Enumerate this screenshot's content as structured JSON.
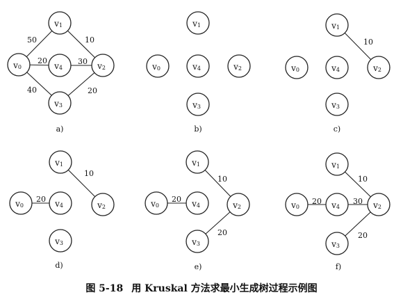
{
  "caption": {
    "figure_number": "图 5-18",
    "title": "用 Kruskal 方法求最小生成树过程示例图"
  },
  "diagram": {
    "panels": [
      {
        "label": "a)",
        "nodes": [
          {
            "id": "v0",
            "base": "v",
            "sub": "0"
          },
          {
            "id": "v1",
            "base": "v",
            "sub": "1"
          },
          {
            "id": "v2",
            "base": "v",
            "sub": "2"
          },
          {
            "id": "v3",
            "base": "v",
            "sub": "3"
          },
          {
            "id": "v4",
            "base": "v",
            "sub": "4"
          }
        ],
        "edges": [
          {
            "from": "v0",
            "to": "v1",
            "weight": "50"
          },
          {
            "from": "v1",
            "to": "v2",
            "weight": "10"
          },
          {
            "from": "v0",
            "to": "v4",
            "weight": "20"
          },
          {
            "from": "v4",
            "to": "v2",
            "weight": "30"
          },
          {
            "from": "v0",
            "to": "v3",
            "weight": "40"
          },
          {
            "from": "v3",
            "to": "v2",
            "weight": "20"
          }
        ]
      },
      {
        "label": "b)",
        "nodes": [
          {
            "id": "v0",
            "base": "v",
            "sub": "0"
          },
          {
            "id": "v1",
            "base": "v",
            "sub": "1"
          },
          {
            "id": "v2",
            "base": "v",
            "sub": "2"
          },
          {
            "id": "v3",
            "base": "v",
            "sub": "3"
          },
          {
            "id": "v4",
            "base": "v",
            "sub": "4"
          }
        ],
        "edges": []
      },
      {
        "label": "c)",
        "nodes": [
          {
            "id": "v0",
            "base": "v",
            "sub": "0"
          },
          {
            "id": "v1",
            "base": "v",
            "sub": "1"
          },
          {
            "id": "v2",
            "base": "v",
            "sub": "2"
          },
          {
            "id": "v3",
            "base": "v",
            "sub": "3"
          },
          {
            "id": "v4",
            "base": "v",
            "sub": "4"
          }
        ],
        "edges": [
          {
            "from": "v1",
            "to": "v2",
            "weight": "10"
          }
        ]
      },
      {
        "label": "d)",
        "nodes": [
          {
            "id": "v0",
            "base": "v",
            "sub": "0"
          },
          {
            "id": "v1",
            "base": "v",
            "sub": "1"
          },
          {
            "id": "v2",
            "base": "v",
            "sub": "2"
          },
          {
            "id": "v3",
            "base": "v",
            "sub": "3"
          },
          {
            "id": "v4",
            "base": "v",
            "sub": "4"
          }
        ],
        "edges": [
          {
            "from": "v1",
            "to": "v2",
            "weight": "10"
          },
          {
            "from": "v0",
            "to": "v4",
            "weight": "20"
          }
        ]
      },
      {
        "label": "e)",
        "nodes": [
          {
            "id": "v0",
            "base": "v",
            "sub": "0"
          },
          {
            "id": "v1",
            "base": "v",
            "sub": "1"
          },
          {
            "id": "v2",
            "base": "v",
            "sub": "2"
          },
          {
            "id": "v3",
            "base": "v",
            "sub": "3"
          },
          {
            "id": "v4",
            "base": "v",
            "sub": "4"
          }
        ],
        "edges": [
          {
            "from": "v1",
            "to": "v2",
            "weight": "10"
          },
          {
            "from": "v0",
            "to": "v4",
            "weight": "20"
          },
          {
            "from": "v3",
            "to": "v2",
            "weight": "20"
          }
        ]
      },
      {
        "label": "f)",
        "nodes": [
          {
            "id": "v0",
            "base": "v",
            "sub": "0"
          },
          {
            "id": "v1",
            "base": "v",
            "sub": "1"
          },
          {
            "id": "v2",
            "base": "v",
            "sub": "2"
          },
          {
            "id": "v3",
            "base": "v",
            "sub": "3"
          },
          {
            "id": "v4",
            "base": "v",
            "sub": "4"
          }
        ],
        "edges": [
          {
            "from": "v1",
            "to": "v2",
            "weight": "10"
          },
          {
            "from": "v0",
            "to": "v4",
            "weight": "20"
          },
          {
            "from": "v4",
            "to": "v2",
            "weight": "30"
          },
          {
            "from": "v3",
            "to": "v2",
            "weight": "20"
          }
        ]
      }
    ]
  }
}
